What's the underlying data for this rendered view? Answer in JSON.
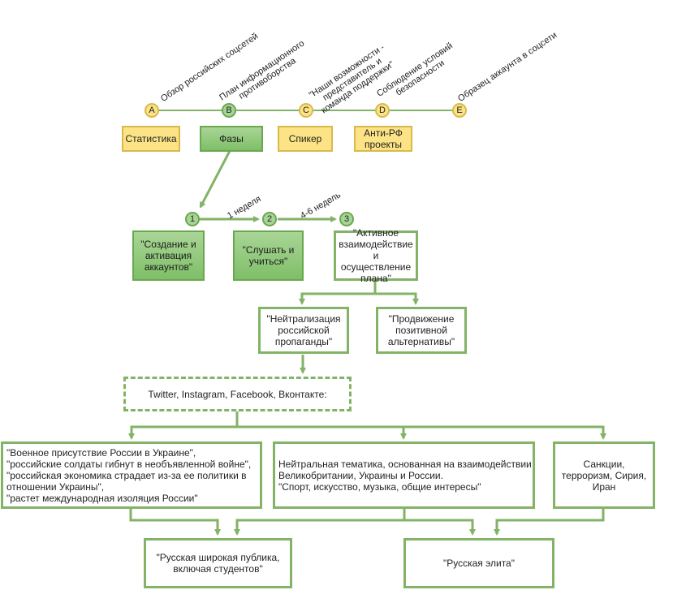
{
  "timeline": [
    {
      "letter": "A",
      "topic": "Обзор российских соцсетей",
      "box": "Статистика"
    },
    {
      "letter": "B",
      "topic": "План информационного противоборства",
      "box": "Фазы"
    },
    {
      "letter": "C",
      "topic": "\"Наши возможности - представитель и команда поддержки\"",
      "box": "Спикер"
    },
    {
      "letter": "D",
      "topic": "Соблюдение условий безопасности",
      "box": "Анти-РФ проекты"
    },
    {
      "letter": "E",
      "topic": "Образец аккаунта в соцсети",
      "box": ""
    }
  ],
  "phases": {
    "steps": [
      "1",
      "2",
      "3"
    ],
    "durations": [
      "1 неделя",
      "4-6 недель"
    ],
    "boxes": [
      "\"Создание и активация аккаунтов\"",
      "\"Слушать и учиться\"",
      "\"Активное взаимодействие и осуществление плана\""
    ]
  },
  "goals": [
    "\"Нейтрализация российской пропаганды\"",
    "\"Продвижение позитивной альтернативы\""
  ],
  "networks": "Twitter, Instagram, Facebook, Вконтакте:",
  "messages": {
    "left": [
      "\"Военное присутствие России в Украине\",",
      "\"российские солдаты гибнут в необъявленной войне\",",
      "\"российская экономика страдает из-за ее политики в отношении Украины\",",
      "\"растет международная изоляция России\""
    ],
    "middle": [
      "Нейтральная тематика, основанная на взаимодействии Великобритании, Украины и России.",
      "\"Спорт, искусство, музыка, общие интересы\""
    ],
    "right": "Санкции, терроризм, Сирия, Иран"
  },
  "audiences": [
    "\"Русская широкая публика, включая студентов\"",
    "\"Русская элита\""
  ],
  "colors": {
    "green": "#82b366",
    "yellow_fill": "#fce385",
    "yellow_border": "#d9b94c"
  }
}
